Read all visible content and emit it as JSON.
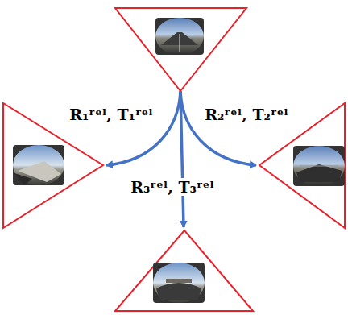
{
  "diagram": {
    "labels": [
      "R₁ʳᵉˡ, T₁ʳᵉˡ",
      "R₂ʳᵉˡ, T₂ʳᵉˡ",
      "R₃ʳᵉˡ, T₃ʳᵉˡ"
    ]
  }
}
